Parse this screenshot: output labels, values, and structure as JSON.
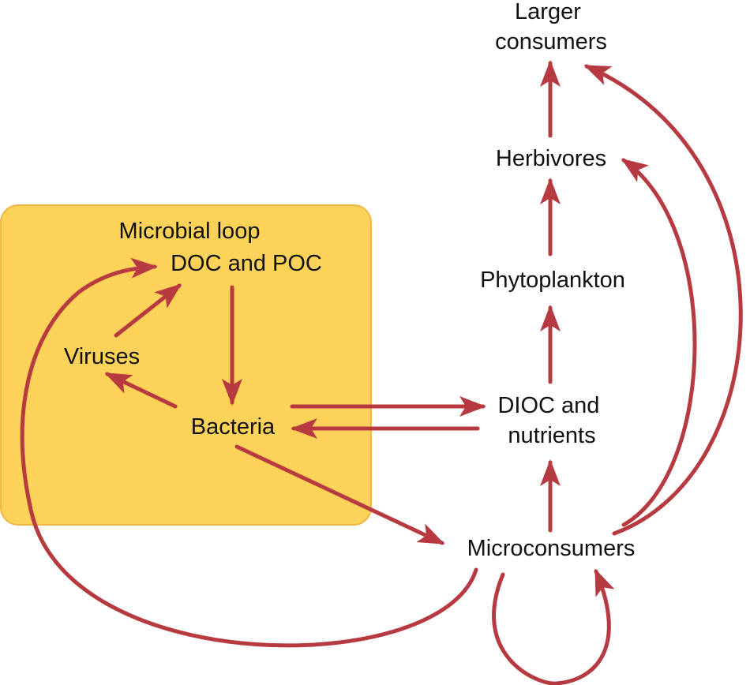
{
  "colors": {
    "arrow": "#b83a41",
    "box_fill": "#fdd258",
    "box_stroke": "#efb64a",
    "text": "#111111",
    "background": "#ffffff"
  },
  "region": {
    "label": "Microbial loop"
  },
  "nodes": {
    "larger_consumers": {
      "line1": "Larger",
      "line2": "consumers"
    },
    "herbivores": {
      "label": "Herbivores"
    },
    "phytoplankton": {
      "label": "Phytoplankton"
    },
    "dioc_nutrients": {
      "line1": "DIOC and",
      "line2": "nutrients"
    },
    "microconsumers": {
      "label": "Microconsumers"
    },
    "doc_poc": {
      "label": "DOC and POC"
    },
    "viruses": {
      "label": "Viruses"
    },
    "bacteria": {
      "label": "Bacteria"
    }
  },
  "edges": [
    {
      "from": "Microconsumers",
      "to": "DIOC and nutrients"
    },
    {
      "from": "DIOC and nutrients",
      "to": "Phytoplankton"
    },
    {
      "from": "Phytoplankton",
      "to": "Herbivores"
    },
    {
      "from": "Herbivores",
      "to": "Larger consumers"
    },
    {
      "from": "Microconsumers",
      "to": "Herbivores"
    },
    {
      "from": "Microconsumers",
      "to": "Larger consumers"
    },
    {
      "from": "Microconsumers",
      "to": "Microconsumers"
    },
    {
      "from": "Microconsumers",
      "to": "DOC and POC"
    },
    {
      "from": "DOC and POC",
      "to": "Bacteria"
    },
    {
      "from": "Bacteria",
      "to": "Viruses"
    },
    {
      "from": "Viruses",
      "to": "DOC and POC"
    },
    {
      "from": "Bacteria",
      "to": "DIOC and nutrients"
    },
    {
      "from": "DIOC and nutrients",
      "to": "Bacteria"
    },
    {
      "from": "Bacteria",
      "to": "Microconsumers"
    }
  ]
}
